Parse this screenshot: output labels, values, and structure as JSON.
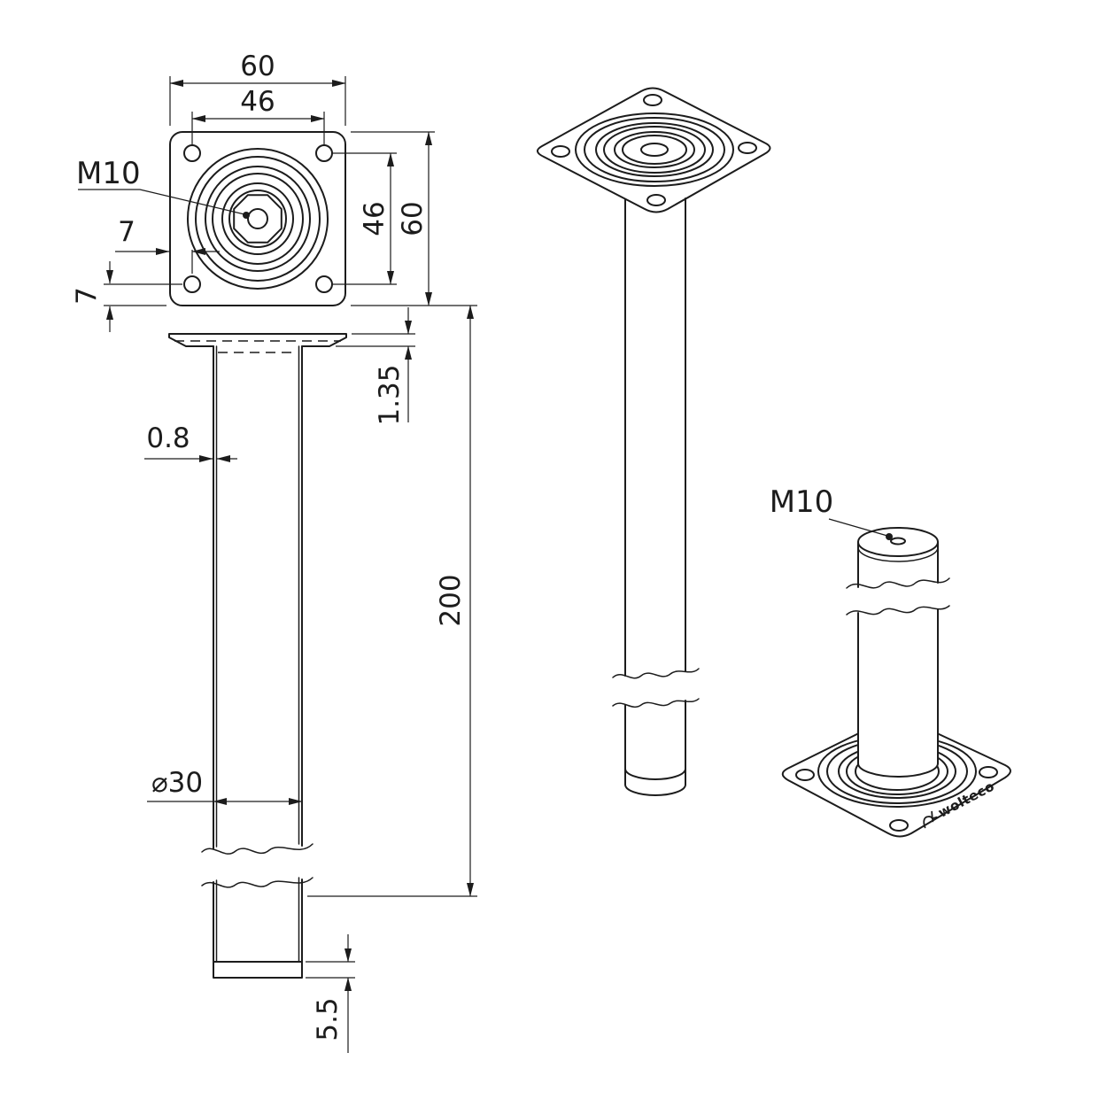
{
  "drawing": {
    "background": "#ffffff",
    "line_color": "#1c1c1c",
    "top_view": {
      "plate_width": "60",
      "hole_spacing_h": "46",
      "thread_label": "M10",
      "edge_offset_h": "7",
      "edge_offset_v": "7",
      "hole_spacing_v": "46",
      "plate_height": "60"
    },
    "front_view": {
      "plate_thickness": "1.35",
      "wall_thickness": "0.8",
      "tube_diameter": "⌀30",
      "leg_length": "200",
      "foot_height": "5.5"
    },
    "iso_view": {
      "thread_label": "M10",
      "brand": "wolteco"
    }
  }
}
